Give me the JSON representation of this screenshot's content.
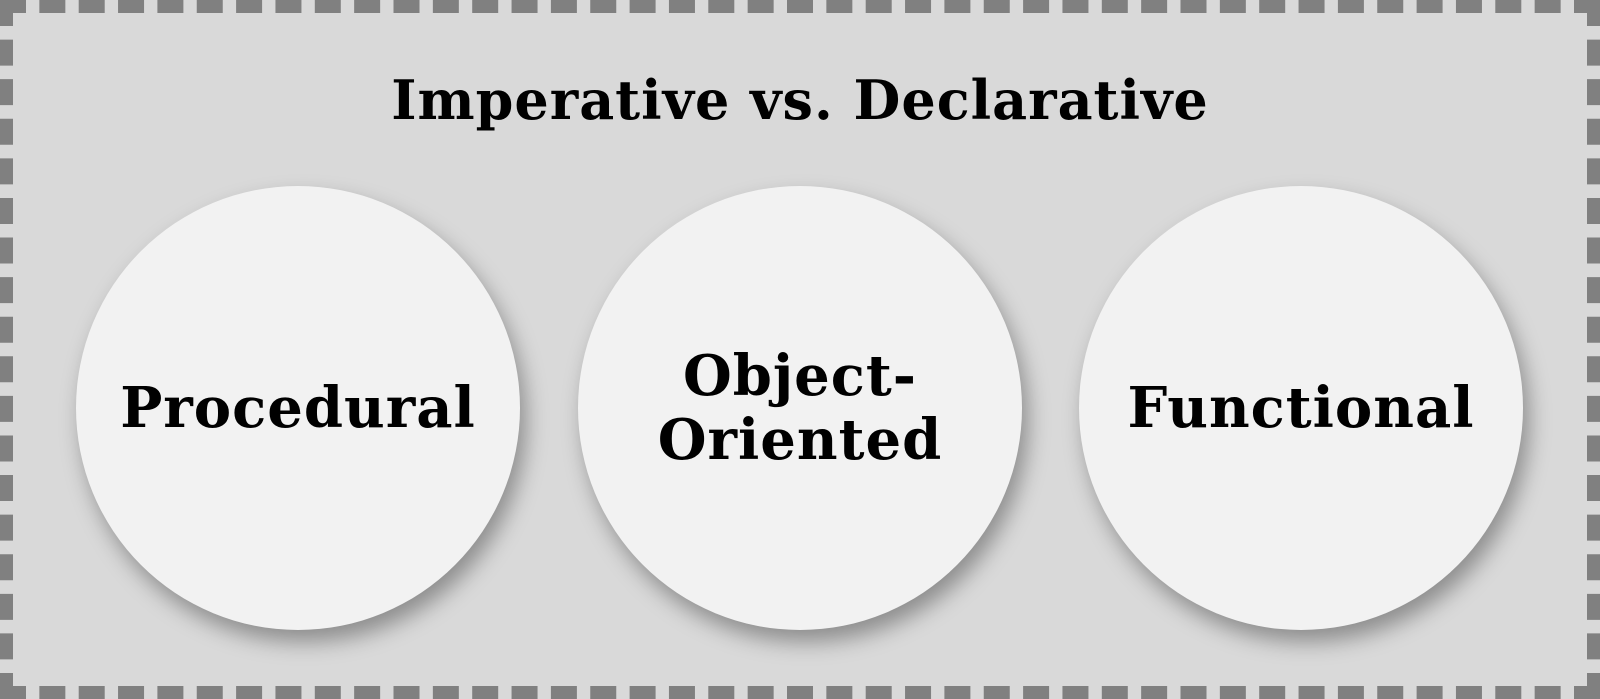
{
  "diagram": {
    "title": "Imperative vs. Declarative",
    "items": [
      {
        "label": "Procedural"
      },
      {
        "label": "Object-\nOriented"
      },
      {
        "label": "Functional"
      }
    ]
  },
  "colors": {
    "background": "#d9d9d9",
    "border": "#808080",
    "circle_fill": "#f2f2f2",
    "text": "#000000"
  }
}
